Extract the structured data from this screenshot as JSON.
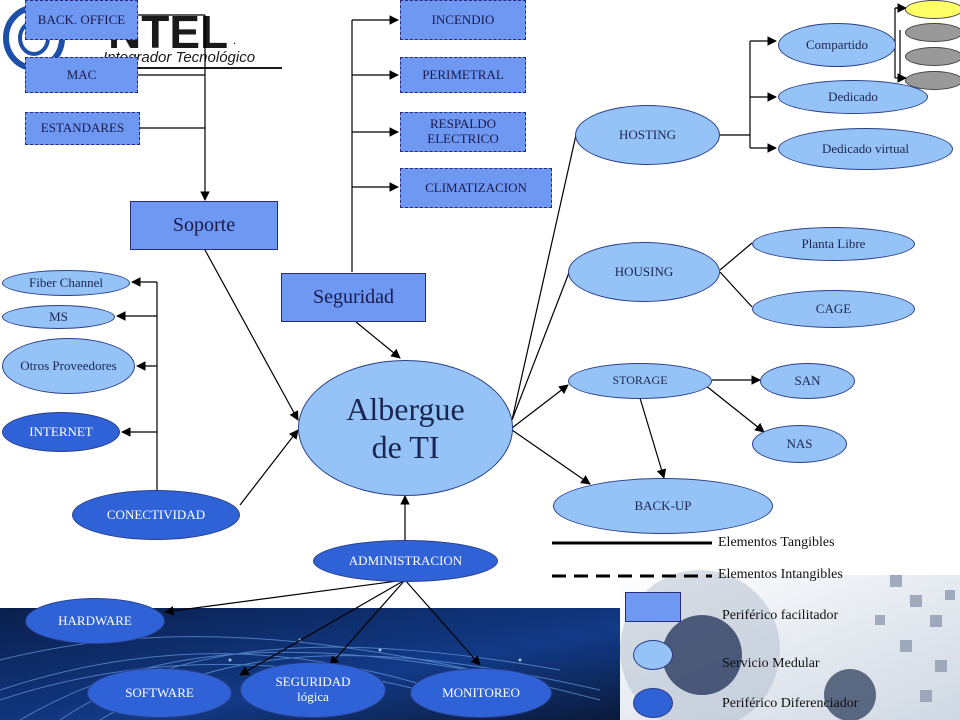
{
  "logo": {
    "word": "NTEL",
    "mark": ".",
    "tagline": "Integrador Tecnológico"
  },
  "top_left_boxes": {
    "back_office": "BACK. OFFICE",
    "mac": "MAC",
    "estandares": "ESTANDARES"
  },
  "security_items": {
    "incendio": "INCENDIO",
    "perimetral": "PERIMETRAL",
    "respaldo": "RESPALDO ELECTRICO",
    "climatizacion": "CLIMATIZACION"
  },
  "main_boxes": {
    "soporte": "Soporte",
    "seguridad": "Seguridad"
  },
  "center": {
    "line1": "Albergue",
    "line2": "de TI"
  },
  "connectivity": {
    "fiber": "Fiber Channel",
    "ms": "MS",
    "otros": "Otros Proveedores",
    "internet": "INTERNET",
    "conectividad": "CONECTIVIDAD"
  },
  "services": {
    "hosting": "HOSTING",
    "compartido": "Compartido",
    "dedicado": "Dedicado",
    "dedicado_virtual": "Dedicado virtual",
    "housing": "HOUSING",
    "planta_libre": "Planta Libre",
    "cage": "CAGE",
    "storage": "STORAGE",
    "san": "SAN",
    "nas": "NAS",
    "backup": "BACK-UP"
  },
  "administration": {
    "admin": "ADMINISTRACION",
    "hardware": "HARDWARE",
    "software": "SOFTWARE",
    "seguridad_logica": "SEGURIDAD lógica",
    "monitoreo": "MONITOREO"
  },
  "legend": {
    "tangibles": "Elementos Tangibles",
    "intangibles": "Elementos Intangibles",
    "facilitador": "Periférico facilitador",
    "medular": "Servicio Medular",
    "diferenciador": "Periférico Diferenciador"
  },
  "colors": {
    "box_fill": "#6f98f3",
    "oval_light": "#96c3f7",
    "oval_dark": "#2f62d6",
    "edge": "#000000",
    "chip_yellow": "#ffff66",
    "chip_gray": "#999999"
  }
}
